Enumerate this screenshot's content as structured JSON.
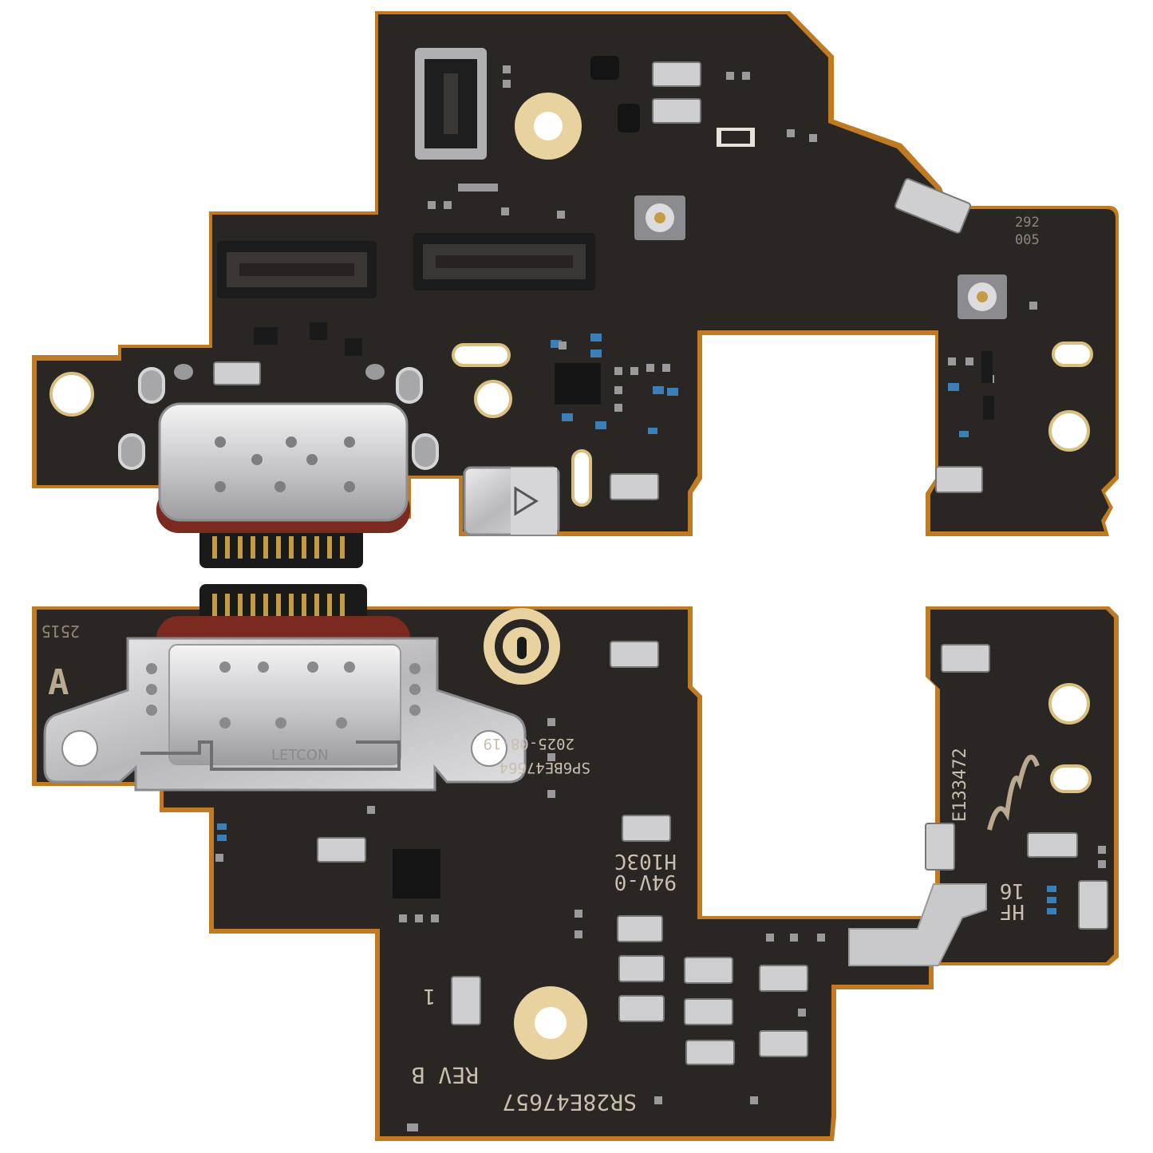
{
  "colors": {
    "background": "#ffffff",
    "pcb": "#2a2624",
    "pcb_edge": "#c07a22",
    "steel": "#c9c9cb",
    "gasket": "#7a2a1e",
    "gold": "#e8d3a0",
    "blue_component": "#3b7fb8"
  },
  "top_board": {
    "silkscreen": [
      "292",
      "005"
    ]
  },
  "bottom_board": {
    "connector_brand": "LETCON",
    "corner_code": "2515",
    "label_left": "SP6BE47664",
    "label_date": "2025-08-19",
    "label_rating_1": "H103C",
    "label_rating_2": "94V-0",
    "label_hf": "HF",
    "label_hf_num": "16",
    "pin_one": "1",
    "revision": "REV B",
    "part_number": "SR28E47657",
    "vendor_code": "E133472"
  }
}
